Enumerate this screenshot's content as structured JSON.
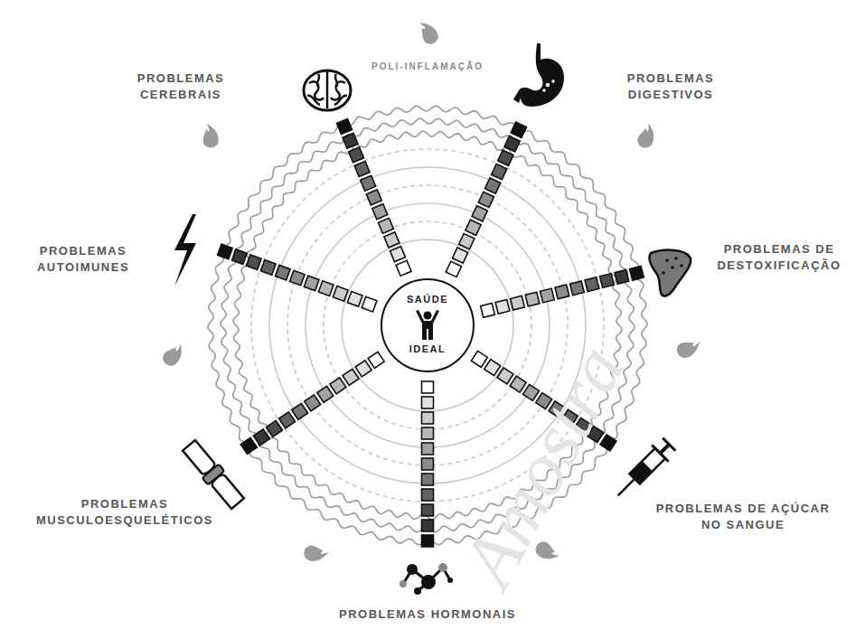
{
  "diagram": {
    "nodes": [
      {
        "text": [
          "SAÚDE",
          "IDEAL"
        ]
      }
    ],
    "labels": [
      "POLI-INFLAMAÇÃO",
      "PROBLEMAS CEREBRAIS",
      "PROBLEMAS DIGESTIVOS",
      "PROBLEMAS AUTOIMUNES",
      "PROBLEMAS DE DESTOXIFICAÇÃO",
      "PROBLEMAS MUSCULOESQUELÉTICOS",
      "PROBLEMAS DE AÇÚCAR NO SANGUE",
      "PROBLEMAS HORMONAIS",
      "Amostra"
    ]
  }
}
